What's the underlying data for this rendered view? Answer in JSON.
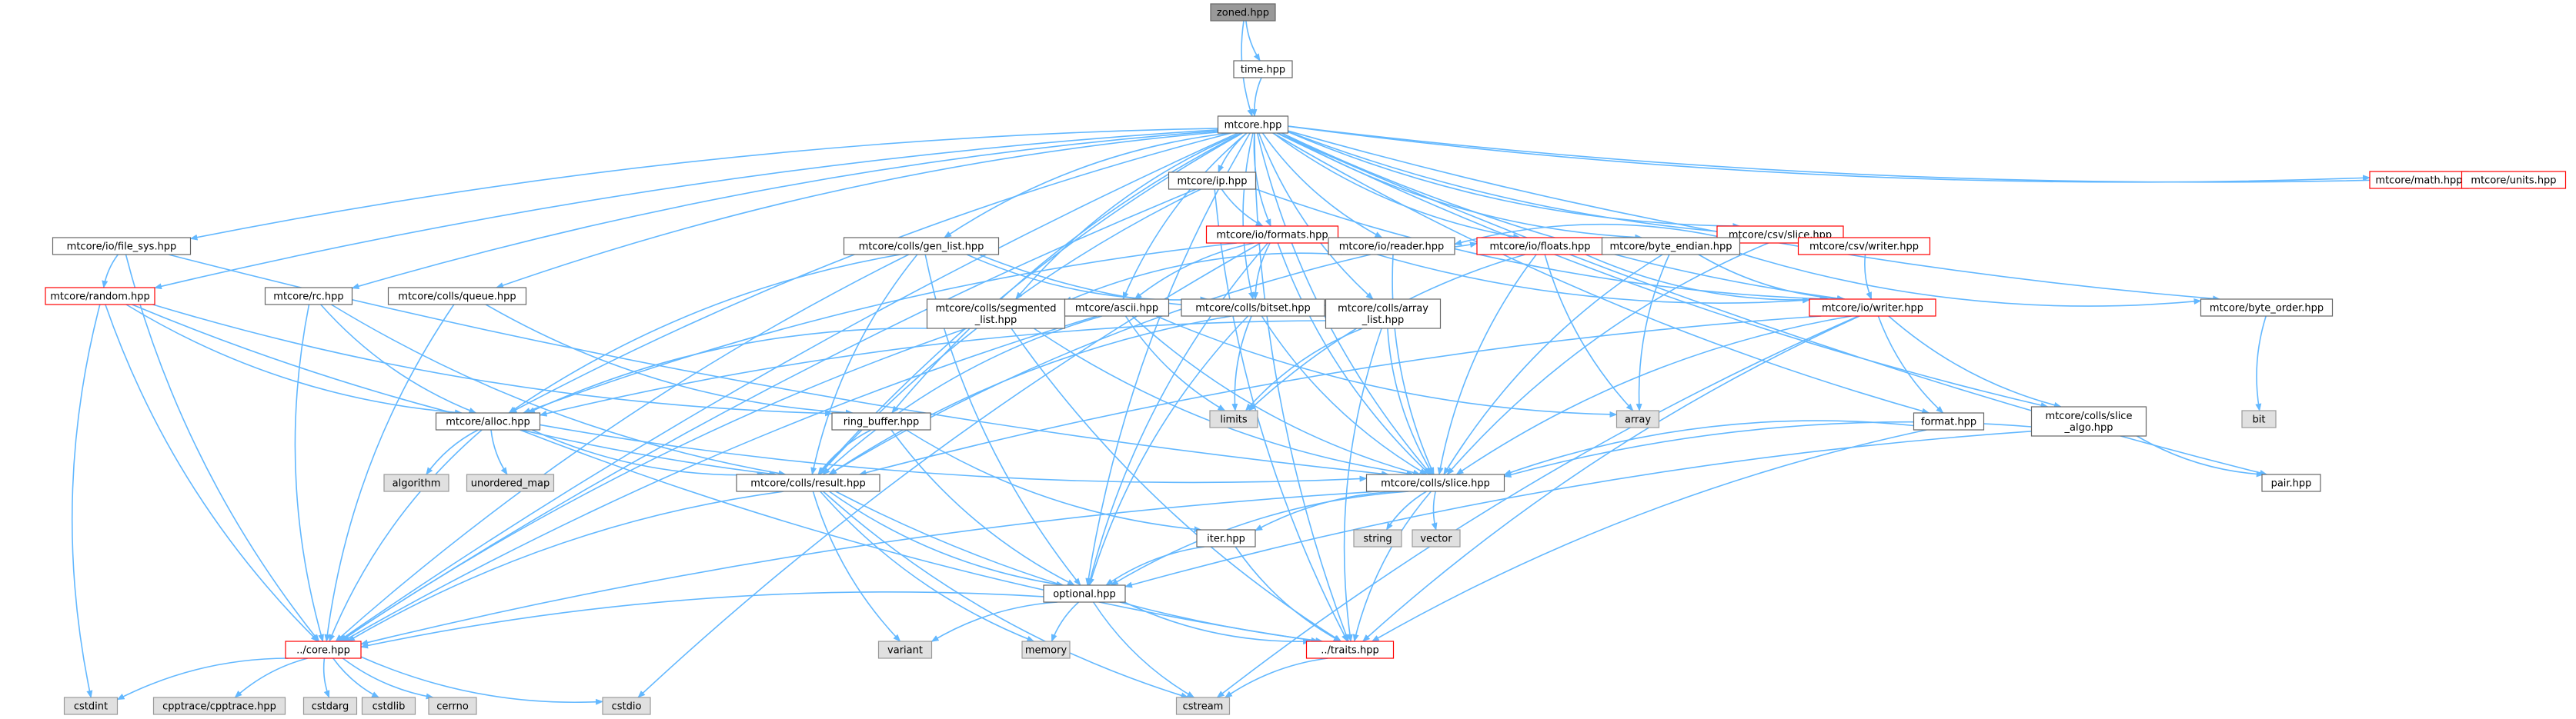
{
  "graph": {
    "type": "include-dependency-graph",
    "nodes": [
      {
        "id": "zoned",
        "label": "zoned.hpp",
        "style": "root"
      },
      {
        "id": "time",
        "label": "time.hpp",
        "style": "normal"
      },
      {
        "id": "mtcore",
        "label": "mtcore.hpp",
        "style": "normal"
      },
      {
        "id": "math",
        "label": "mtcore/math.hpp",
        "style": "red"
      },
      {
        "id": "units",
        "label": "mtcore/units.hpp",
        "style": "red"
      },
      {
        "id": "ip",
        "label": "mtcore/ip.hpp",
        "style": "normal"
      },
      {
        "id": "formats",
        "label": "mtcore/io/formats.hpp",
        "style": "red"
      },
      {
        "id": "csvslice",
        "label": "mtcore/csv/slice.hpp",
        "style": "red"
      },
      {
        "id": "genlist",
        "label": "mtcore/colls/gen_list.hpp",
        "style": "normal"
      },
      {
        "id": "reader",
        "label": "mtcore/io/reader.hpp",
        "style": "normal"
      },
      {
        "id": "floats",
        "label": "mtcore/io/floats.hpp",
        "style": "red"
      },
      {
        "id": "byteendian",
        "label": "mtcore/byte_endian.hpp",
        "style": "normal"
      },
      {
        "id": "csvwriter",
        "label": "mtcore/csv/writer.hpp",
        "style": "red"
      },
      {
        "id": "filesys",
        "label": "mtcore/io/file_sys.hpp",
        "style": "normal"
      },
      {
        "id": "random",
        "label": "mtcore/random.hpp",
        "style": "red"
      },
      {
        "id": "rc",
        "label": "mtcore/rc.hpp",
        "style": "normal"
      },
      {
        "id": "queue",
        "label": "mtcore/colls/queue.hpp",
        "style": "normal"
      },
      {
        "id": "segmented",
        "label": "mtcore/colls/segmented\n_list.hpp",
        "style": "normal"
      },
      {
        "id": "ascii",
        "label": "mtcore/ascii.hpp",
        "style": "normal"
      },
      {
        "id": "bitset",
        "label": "mtcore/colls/bitset.hpp",
        "style": "normal"
      },
      {
        "id": "arraylist",
        "label": "mtcore/colls/array\n_list.hpp",
        "style": "normal"
      },
      {
        "id": "iowriter",
        "label": "mtcore/io/writer.hpp",
        "style": "red"
      },
      {
        "id": "byteorder",
        "label": "mtcore/byte_order.hpp",
        "style": "normal"
      },
      {
        "id": "bit",
        "label": "bit",
        "style": "system"
      },
      {
        "id": "limits",
        "label": "limits",
        "style": "system"
      },
      {
        "id": "array",
        "label": "array",
        "style": "system"
      },
      {
        "id": "alloc",
        "label": "mtcore/alloc.hpp",
        "style": "normal"
      },
      {
        "id": "ringbuffer",
        "label": "ring_buffer.hpp",
        "style": "normal"
      },
      {
        "id": "format",
        "label": "format.hpp",
        "style": "normal"
      },
      {
        "id": "slicealgo",
        "label": "mtcore/colls/slice\n_algo.hpp",
        "style": "normal"
      },
      {
        "id": "algorithm",
        "label": "algorithm",
        "style": "system"
      },
      {
        "id": "unorderedmap",
        "label": "unordered_map",
        "style": "system"
      },
      {
        "id": "result",
        "label": "mtcore/colls/result.hpp",
        "style": "normal"
      },
      {
        "id": "collsslice",
        "label": "mtcore/colls/slice.hpp",
        "style": "normal"
      },
      {
        "id": "pair",
        "label": "pair.hpp",
        "style": "normal"
      },
      {
        "id": "string",
        "label": "string",
        "style": "system"
      },
      {
        "id": "vector",
        "label": "vector",
        "style": "system"
      },
      {
        "id": "iter",
        "label": "iter.hpp",
        "style": "normal"
      },
      {
        "id": "optional",
        "label": "optional.hpp",
        "style": "normal"
      },
      {
        "id": "variant",
        "label": "variant",
        "style": "system"
      },
      {
        "id": "memory",
        "label": "memory",
        "style": "system"
      },
      {
        "id": "core",
        "label": "../core.hpp",
        "style": "red"
      },
      {
        "id": "traits",
        "label": "../traits.hpp",
        "style": "red"
      },
      {
        "id": "cstdint",
        "label": "cstdint",
        "style": "system"
      },
      {
        "id": "cpptrace",
        "label": "cpptrace/cpptrace.hpp",
        "style": "system"
      },
      {
        "id": "cstdarg",
        "label": "cstdarg",
        "style": "system"
      },
      {
        "id": "cstdlib",
        "label": "cstdlib",
        "style": "system"
      },
      {
        "id": "cerrno",
        "label": "cerrno",
        "style": "system"
      },
      {
        "id": "cstdio",
        "label": "cstdio",
        "style": "system"
      },
      {
        "id": "cstream",
        "label": "cstream",
        "style": "system"
      }
    ],
    "edges": [
      [
        "zoned",
        "time"
      ],
      [
        "zoned",
        "mtcore"
      ],
      [
        "time",
        "mtcore"
      ],
      [
        "mtcore",
        "math"
      ],
      [
        "mtcore",
        "units"
      ],
      [
        "mtcore",
        "ip"
      ],
      [
        "mtcore",
        "formats"
      ],
      [
        "mtcore",
        "csvslice"
      ],
      [
        "mtcore",
        "genlist"
      ],
      [
        "mtcore",
        "reader"
      ],
      [
        "mtcore",
        "floats"
      ],
      [
        "mtcore",
        "byteendian"
      ],
      [
        "mtcore",
        "csvwriter"
      ],
      [
        "mtcore",
        "filesys"
      ],
      [
        "mtcore",
        "random"
      ],
      [
        "mtcore",
        "rc"
      ],
      [
        "mtcore",
        "queue"
      ],
      [
        "mtcore",
        "segmented"
      ],
      [
        "mtcore",
        "ascii"
      ],
      [
        "mtcore",
        "bitset"
      ],
      [
        "mtcore",
        "arraylist"
      ],
      [
        "mtcore",
        "iowriter"
      ],
      [
        "mtcore",
        "byteorder"
      ],
      [
        "mtcore",
        "alloc"
      ],
      [
        "mtcore",
        "ringbuffer"
      ],
      [
        "mtcore",
        "format"
      ],
      [
        "mtcore",
        "slicealgo"
      ],
      [
        "mtcore",
        "result"
      ],
      [
        "mtcore",
        "collsslice"
      ],
      [
        "mtcore",
        "pair"
      ],
      [
        "mtcore",
        "optional"
      ],
      [
        "mtcore",
        "core"
      ],
      [
        "mtcore",
        "traits"
      ],
      [
        "ip",
        "formats"
      ],
      [
        "ip",
        "iowriter"
      ],
      [
        "ip",
        "result"
      ],
      [
        "ip",
        "traits"
      ],
      [
        "ip",
        "core"
      ],
      [
        "formats",
        "reader"
      ],
      [
        "formats",
        "floats"
      ],
      [
        "formats",
        "ascii"
      ],
      [
        "formats",
        "bitset"
      ],
      [
        "formats",
        "iowriter"
      ],
      [
        "formats",
        "alloc"
      ],
      [
        "formats",
        "collsslice"
      ],
      [
        "formats",
        "optional"
      ],
      [
        "formats",
        "cstdio"
      ],
      [
        "csvslice",
        "reader"
      ],
      [
        "csvslice",
        "csvwriter"
      ],
      [
        "csvslice",
        "collsslice"
      ],
      [
        "csvwriter",
        "iowriter"
      ],
      [
        "reader",
        "segmented"
      ],
      [
        "reader",
        "result"
      ],
      [
        "reader",
        "collsslice"
      ],
      [
        "floats",
        "iowriter"
      ],
      [
        "floats",
        "array"
      ],
      [
        "floats",
        "limits"
      ],
      [
        "floats",
        "collsslice"
      ],
      [
        "byteendian",
        "iowriter"
      ],
      [
        "byteendian",
        "array"
      ],
      [
        "byteendian",
        "byteorder"
      ],
      [
        "byteendian",
        "collsslice"
      ],
      [
        "genlist",
        "alloc"
      ],
      [
        "genlist",
        "bitset"
      ],
      [
        "genlist",
        "arraylist"
      ],
      [
        "genlist",
        "result"
      ],
      [
        "genlist",
        "optional"
      ],
      [
        "genlist",
        "core"
      ],
      [
        "filesys",
        "random"
      ],
      [
        "filesys",
        "collsslice"
      ],
      [
        "filesys",
        "core"
      ],
      [
        "random",
        "alloc"
      ],
      [
        "random",
        "ringbuffer"
      ],
      [
        "random",
        "result"
      ],
      [
        "random",
        "core"
      ],
      [
        "random",
        "cstdint"
      ],
      [
        "rc",
        "alloc"
      ],
      [
        "rc",
        "result"
      ],
      [
        "rc",
        "core"
      ],
      [
        "queue",
        "ringbuffer"
      ],
      [
        "queue",
        "core"
      ],
      [
        "segmented",
        "alloc"
      ],
      [
        "segmented",
        "collsslice"
      ],
      [
        "segmented",
        "traits"
      ],
      [
        "segmented",
        "core"
      ],
      [
        "ascii",
        "limits"
      ],
      [
        "ascii",
        "array"
      ],
      [
        "ascii",
        "result"
      ],
      [
        "ascii",
        "collsslice"
      ],
      [
        "ascii",
        "core"
      ],
      [
        "bitset",
        "limits"
      ],
      [
        "bitset",
        "collsslice"
      ],
      [
        "bitset",
        "optional"
      ],
      [
        "bitset",
        "result"
      ],
      [
        "arraylist",
        "alloc"
      ],
      [
        "arraylist",
        "limits"
      ],
      [
        "arraylist",
        "collsslice"
      ],
      [
        "arraylist",
        "traits"
      ],
      [
        "iowriter",
        "format"
      ],
      [
        "iowriter",
        "slicealgo"
      ],
      [
        "iowriter",
        "collsslice"
      ],
      [
        "iowriter",
        "result"
      ],
      [
        "iowriter",
        "traits"
      ],
      [
        "iowriter",
        "cstream"
      ],
      [
        "byteorder",
        "bit"
      ],
      [
        "alloc",
        "algorithm"
      ],
      [
        "alloc",
        "unorderedmap"
      ],
      [
        "alloc",
        "result"
      ],
      [
        "alloc",
        "collsslice"
      ],
      [
        "alloc",
        "traits"
      ],
      [
        "alloc",
        "core"
      ],
      [
        "ringbuffer",
        "result"
      ],
      [
        "ringbuffer",
        "optional"
      ],
      [
        "ringbuffer",
        "iter"
      ],
      [
        "format",
        "collsslice"
      ],
      [
        "format",
        "traits"
      ],
      [
        "slicealgo",
        "collsslice"
      ],
      [
        "slicealgo",
        "pair"
      ],
      [
        "slicealgo",
        "optional"
      ],
      [
        "result",
        "variant"
      ],
      [
        "result",
        "memory"
      ],
      [
        "result",
        "optional"
      ],
      [
        "result",
        "traits"
      ],
      [
        "result",
        "core"
      ],
      [
        "result",
        "cstream"
      ],
      [
        "collsslice",
        "string"
      ],
      [
        "collsslice",
        "vector"
      ],
      [
        "collsslice",
        "iter"
      ],
      [
        "collsslice",
        "optional"
      ],
      [
        "collsslice",
        "traits"
      ],
      [
        "collsslice",
        "core"
      ],
      [
        "iter",
        "optional"
      ],
      [
        "iter",
        "traits"
      ],
      [
        "optional",
        "variant"
      ],
      [
        "optional",
        "memory"
      ],
      [
        "optional",
        "traits"
      ],
      [
        "optional",
        "core"
      ],
      [
        "optional",
        "cstream"
      ],
      [
        "core",
        "cstdint"
      ],
      [
        "core",
        "cpptrace"
      ],
      [
        "core",
        "cstdarg"
      ],
      [
        "core",
        "cstdlib"
      ],
      [
        "core",
        "cerrno"
      ],
      [
        "core",
        "cstdio"
      ],
      [
        "traits",
        "cstream"
      ]
    ]
  },
  "colors": {
    "edge": "#63b8ff",
    "root_fill": "#999999",
    "root_border": "#666666",
    "normal_fill": "#ffffff",
    "normal_border": "#666666",
    "red_border": "#ff0000",
    "system_fill": "#e0e0e0",
    "system_border": "#999999",
    "text": "#000000"
  }
}
